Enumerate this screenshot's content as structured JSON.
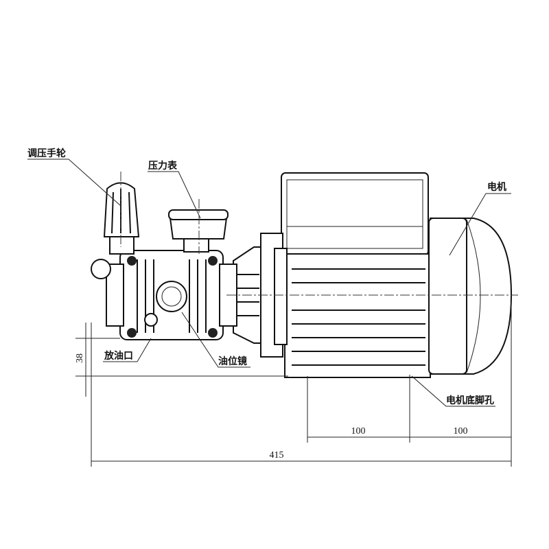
{
  "labels": {
    "pressure_handwheel": "调压手轮",
    "pressure_gauge": "压力表",
    "motor": "电机",
    "oil_drain": "放油口",
    "oil_sight_glass": "油位镜",
    "motor_foot_hole": "电机底脚孔"
  },
  "dimensions": {
    "height_offset": "38",
    "foot_spacing_1": "100",
    "foot_spacing_2": "100",
    "overall_length": "415"
  }
}
